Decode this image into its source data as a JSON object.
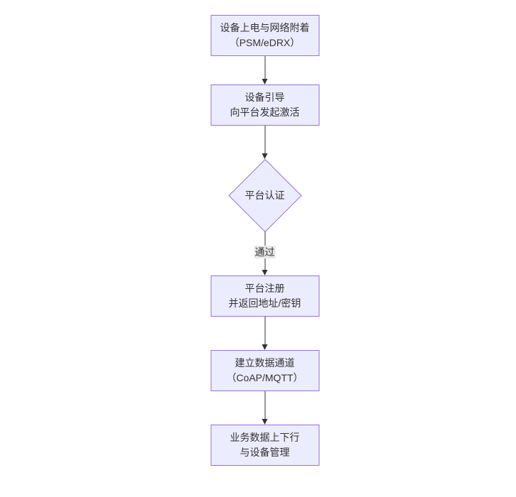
{
  "colors": {
    "node_fill": "#ECECFF",
    "node_border": "#9370DB",
    "text_color": "#333333",
    "arrow_color": "#333333",
    "label_bg": "#e8e8e8"
  },
  "flow": {
    "nodes": [
      {
        "id": "n1",
        "type": "rect",
        "lines": [
          "设备上电与网络附着",
          "（PSM/eDRX）"
        ]
      },
      {
        "id": "n2",
        "type": "rect",
        "lines": [
          "设备引导",
          "向平台发起激活"
        ]
      },
      {
        "id": "n3",
        "type": "diamond",
        "lines": [
          "平台认证"
        ]
      },
      {
        "id": "n4",
        "type": "rect",
        "lines": [
          "平台注册",
          "并返回地址/密钥"
        ]
      },
      {
        "id": "n5",
        "type": "rect",
        "lines": [
          "建立数据通道",
          "（CoAP/MQTT）"
        ]
      },
      {
        "id": "n6",
        "type": "rect",
        "lines": [
          "业务数据上下行",
          "与设备管理"
        ]
      }
    ],
    "edges": [
      {
        "from": "n1",
        "to": "n2",
        "label": ""
      },
      {
        "from": "n2",
        "to": "n3",
        "label": ""
      },
      {
        "from": "n3",
        "to": "n4",
        "label": "通过"
      },
      {
        "from": "n4",
        "to": "n5",
        "label": ""
      },
      {
        "from": "n5",
        "to": "n6",
        "label": ""
      }
    ]
  }
}
